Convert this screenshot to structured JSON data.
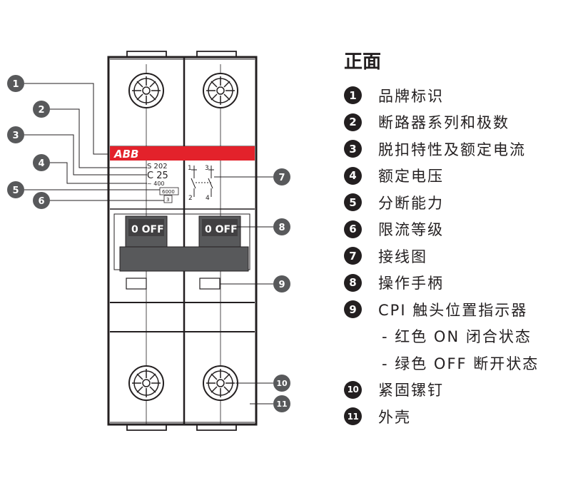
{
  "legend": {
    "title": "正面",
    "items": [
      {
        "num": "1",
        "label": "品牌标识"
      },
      {
        "num": "2",
        "label": "断路器系列和极数"
      },
      {
        "num": "3",
        "label": "脱扣特性及额定电流"
      },
      {
        "num": "4",
        "label": "额定电压"
      },
      {
        "num": "5",
        "label": "分断能力"
      },
      {
        "num": "6",
        "label": "限流等级"
      },
      {
        "num": "7",
        "label": "接线图"
      },
      {
        "num": "8",
        "label": "操作手柄"
      },
      {
        "num": "9",
        "label": "CPI 触头位置指示器"
      },
      {
        "num": "10",
        "label": "紧固镙钉"
      },
      {
        "num": "11",
        "label": "外壳"
      }
    ],
    "sub_items": [
      "- 红色 ON 闭合状态",
      "- 绿色 OFF 断开状态"
    ]
  },
  "breaker": {
    "brand": "ABB",
    "series": "S 202",
    "rating": "C 25",
    "voltage": "~ 400",
    "breaking_capacity": "6000",
    "limit_class": "3",
    "handle_left": "0 OFF",
    "handle_right": "0 OFF",
    "terminal_1": "1",
    "terminal_2": "2",
    "terminal_3": "3",
    "terminal_4": "4"
  },
  "colors": {
    "brand_red": "#e3222b",
    "outline": "#231f20",
    "callout_fill": "#58595b",
    "handle": "#58595b",
    "handle_dark": "#414042"
  }
}
